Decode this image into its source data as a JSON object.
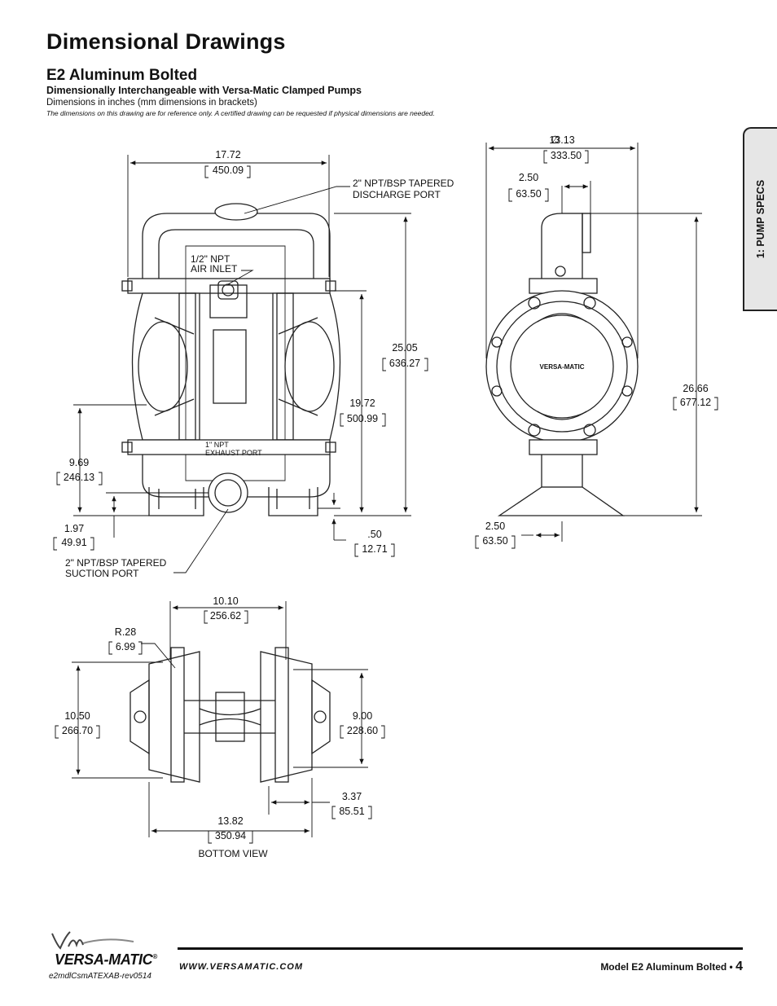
{
  "header": {
    "title": "Dimensional Drawings",
    "subtitle": "E2 Aluminum Bolted",
    "subtitle2": "Dimensionally Interchangeable with Versa-Matic Clamped Pumps",
    "units_note": "Dimensions in inches (mm dimensions in brackets)",
    "disclaimer": "The dimensions on this drawing are for reference only.  A certified drawing can be requested if physical dimensions are needed."
  },
  "side_tab": {
    "label": "1: PUMP SPECS"
  },
  "front_view": {
    "width_in": "17.72",
    "width_mm": "450.09",
    "discharge_l1": "2\" NPT/BSP TAPERED",
    "discharge_l2": "DISCHARGE PORT",
    "air_l1": "1/2\" NPT",
    "air_l2": "AIR INLET",
    "exhaust_l1": "1\" NPT",
    "exhaust_l2": "EXHAUST PORT",
    "h_overall_in": "25.05",
    "h_overall_mm": "636.27",
    "h_air_in": "19.72",
    "h_air_mm": "500.99",
    "h_suction_in": "9.69",
    "h_suction_mm": "246.13",
    "h_base_in": "1.97",
    "h_base_mm": "49.91",
    "foot_in": ".50",
    "foot_mm": "12.71",
    "suction_l1": "2\" NPT/BSP TAPERED",
    "suction_l2": "SUCTION PORT"
  },
  "side_view": {
    "dia_in": "13.13",
    "dia_mm": "333.50",
    "top_off_in": "2.50",
    "top_off_mm": "63.50",
    "height_in": "26.66",
    "height_mm": "677.12",
    "bot_off_in": "2.50",
    "bot_off_mm": "63.50",
    "logo_text": "VERSA-MATIC"
  },
  "bottom_view": {
    "inner_in": "10.10",
    "inner_mm": "256.62",
    "radius_in": "R.28",
    "radius_mm": "6.99",
    "depth_in": "10.50",
    "depth_mm": "266.70",
    "holes_in": "9.00",
    "holes_mm": "228.60",
    "offset_in": "3.37",
    "offset_mm": "85.51",
    "overall_in": "13.82",
    "overall_mm": "350.94",
    "caption": "BOTTOM VIEW"
  },
  "footer": {
    "brand": "VERSA-MATIC",
    "registered": "®",
    "doc_code": "e2mdlCsmATEXAB-rev0514",
    "website": "WWW.VERSAMATIC.COM",
    "model": "Model E2 Aluminum Bolted •",
    "page": "4"
  }
}
